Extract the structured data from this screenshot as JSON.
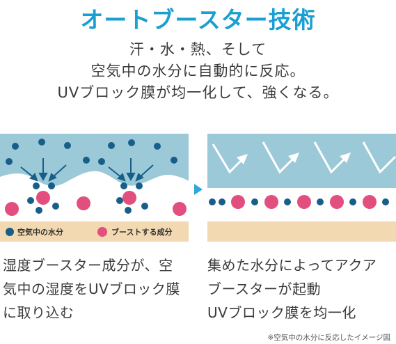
{
  "title": "オートブースター技術",
  "intro": {
    "line1": "汗・水・熱、そして",
    "line2": "空気中の水分に自動的に反応。",
    "line3": "UVブロック膜が均一化して、強くなる。"
  },
  "legend": {
    "moisture": "空気中の水分",
    "boost": "ブーストする成分"
  },
  "captions": {
    "left_line1": "湿度ブースター成分が、空",
    "left_line2": "気中の湿度をUVブロック膜",
    "left_line3": "に取り込む",
    "right_line1": "集めた水分によってアクア",
    "right_line2": "ブースターが起動",
    "right_line3": "UVブロック膜を均一化"
  },
  "note": "※空気中の水分に反応したイメージ図",
  "colors": {
    "title": "#1a9fd2",
    "sky": "#9cc9d8",
    "moisture_dot": "#175f88",
    "boost_dot": "#e24e7e",
    "base_band": "#f3d9b1",
    "arrow_triangle": "#2ea8dc"
  }
}
